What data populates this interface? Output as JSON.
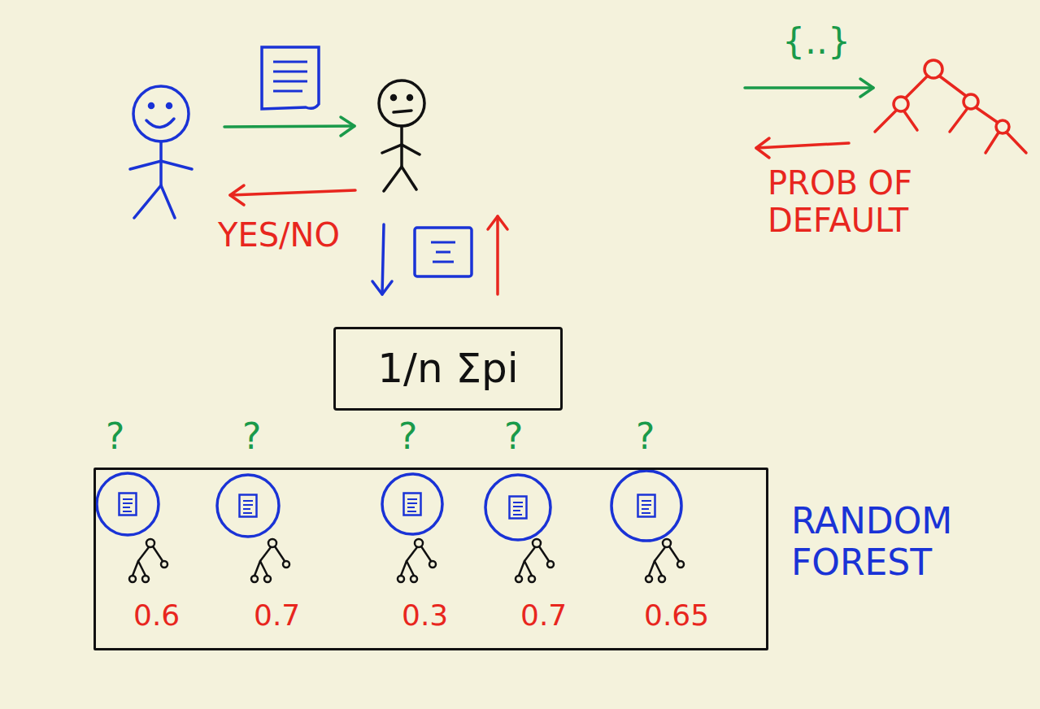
{
  "diagram": {
    "nodes": [
      {
        "text": [
          "1/n Σpi"
        ]
      },
      {
        "text": [
          "RANDOM FOREST"
        ]
      }
    ],
    "labels": [
      "YES/NO",
      "{..}",
      "PROB OF DEFAULT",
      "?",
      "?",
      "?",
      "?",
      "?",
      "0.6",
      "0.7",
      "0.3",
      "0.7",
      "0.65"
    ]
  }
}
